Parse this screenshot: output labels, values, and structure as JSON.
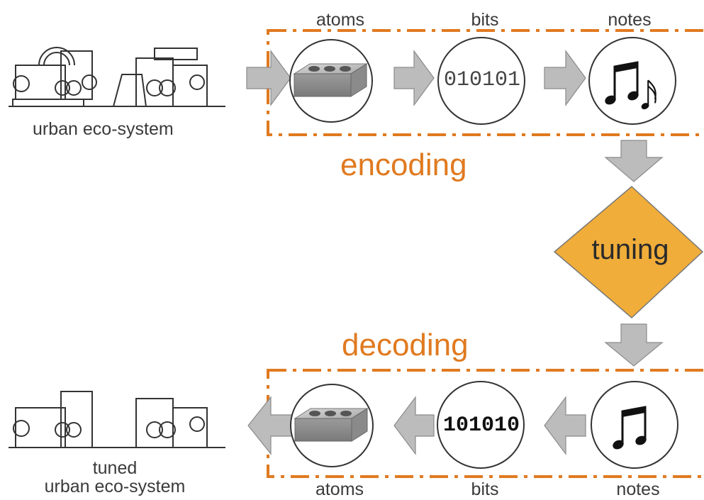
{
  "top_row": {
    "source_label": "urban eco-system",
    "stage_labels": [
      "atoms",
      "bits",
      "notes"
    ],
    "bits_value": "010101"
  },
  "encoding_label": "encoding",
  "tuning_label": "tuning",
  "decoding_label": "decoding",
  "bottom_row": {
    "result_label_line1": "tuned",
    "result_label_line2": "urban eco-system",
    "stage_labels": [
      "atoms",
      "bits",
      "notes"
    ],
    "bits_value": "101010"
  },
  "colors": {
    "accent": "#e07a20",
    "tuning_fill": "#f0ad3a",
    "arrow_fill": "#bcbcbc"
  }
}
